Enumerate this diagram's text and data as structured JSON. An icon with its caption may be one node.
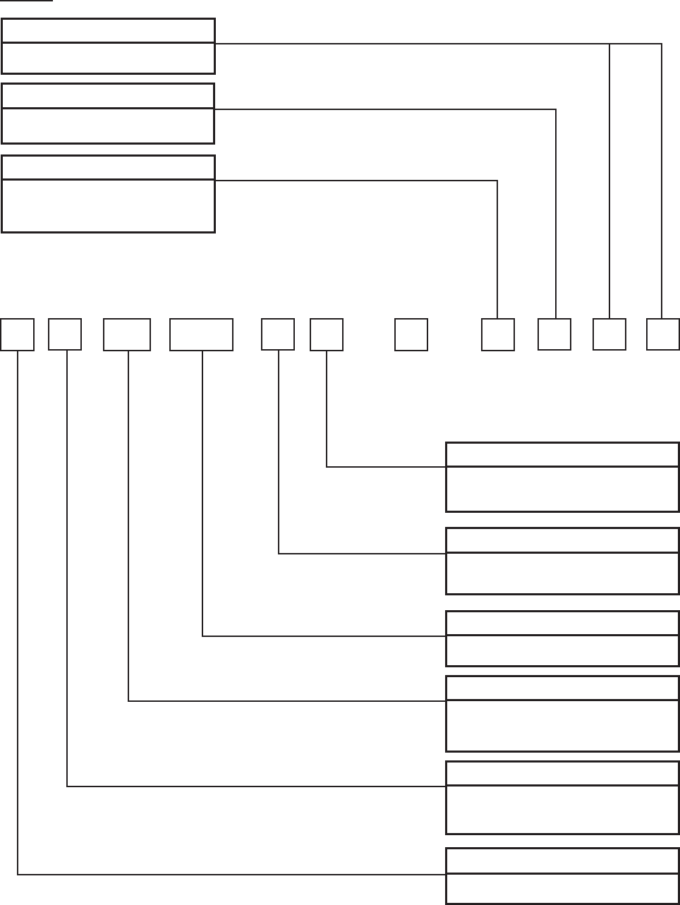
{
  "diagram": {
    "nodes": [
      {
        "text": [],
        "shape": "box"
      },
      {
        "text": [],
        "shape": "box"
      },
      {
        "text": [],
        "shape": "box"
      },
      {
        "text": [],
        "shape": "box"
      },
      {
        "text": [],
        "shape": "box"
      },
      {
        "text": [],
        "shape": "box"
      },
      {
        "text": [],
        "shape": "box"
      },
      {
        "text": [],
        "shape": "box"
      },
      {
        "text": [],
        "shape": "box"
      },
      {
        "text": [],
        "shape": "box"
      },
      {
        "text": [],
        "shape": "box"
      },
      {
        "text": [],
        "shape": "box"
      },
      {
        "text": [],
        "shape": "box"
      },
      {
        "text": [],
        "shape": "box"
      },
      {
        "text": [],
        "shape": "box"
      },
      {
        "text": [],
        "shape": "box"
      },
      {
        "text": [],
        "shape": "box"
      },
      {
        "text": [],
        "shape": "box"
      },
      {
        "text": [],
        "shape": "box"
      },
      {
        "text": [],
        "shape": "box"
      }
    ],
    "edges": [
      {
        "from": 0,
        "to": 12,
        "arrow": "none"
      },
      {
        "from": 0,
        "to": 13,
        "arrow": "none"
      },
      {
        "from": 1,
        "to": 11,
        "arrow": "none"
      },
      {
        "from": 2,
        "to": 10,
        "arrow": "none"
      },
      {
        "from": 8,
        "to": 14,
        "arrow": "none"
      },
      {
        "from": 7,
        "to": 15,
        "arrow": "none"
      },
      {
        "from": 6,
        "to": 16,
        "arrow": "none"
      },
      {
        "from": 5,
        "to": 17,
        "arrow": "none"
      },
      {
        "from": 4,
        "to": 18,
        "arrow": "none"
      },
      {
        "from": 3,
        "to": 19,
        "arrow": "none"
      }
    ]
  }
}
